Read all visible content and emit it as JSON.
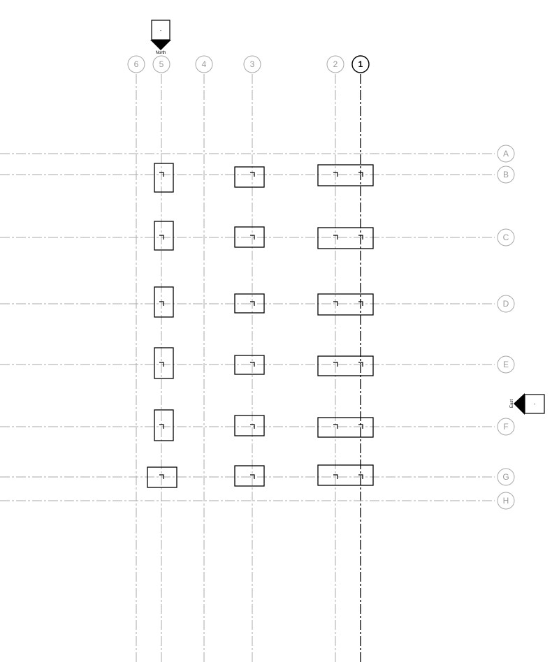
{
  "drawing": {
    "vertical_grids": [
      {
        "label": "6",
        "active": false
      },
      {
        "label": "5",
        "active": false
      },
      {
        "label": "4",
        "active": false
      },
      {
        "label": "3",
        "active": false
      },
      {
        "label": "2",
        "active": false
      },
      {
        "label": "1",
        "active": true
      }
    ],
    "horizontal_grids": [
      {
        "label": "A"
      },
      {
        "label": "B"
      },
      {
        "label": "C"
      },
      {
        "label": "D"
      },
      {
        "label": "E"
      },
      {
        "label": "F"
      },
      {
        "label": "G"
      },
      {
        "label": "H"
      }
    ],
    "elevation_markers": [
      {
        "name": "North",
        "value": "-",
        "direction": "north"
      },
      {
        "name": "East",
        "value": "-",
        "direction": "east"
      }
    ],
    "footing_columns": [
      "5",
      "3",
      "2-1"
    ],
    "footing_rows": [
      "B",
      "C",
      "D",
      "E",
      "F",
      "G"
    ],
    "colors": {
      "inactive_grid": "#a8a8a8",
      "active_grid": "#000000",
      "footing": "#000000"
    }
  }
}
